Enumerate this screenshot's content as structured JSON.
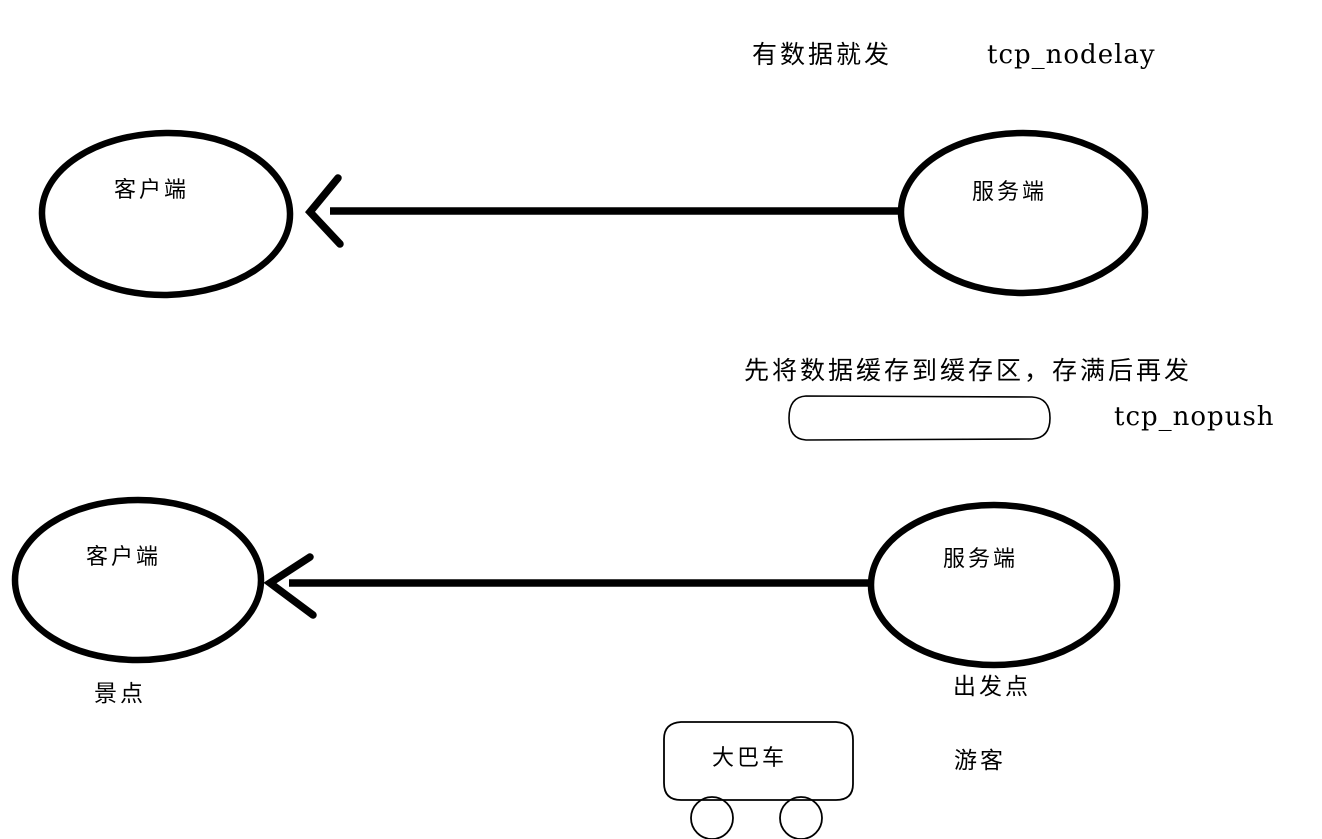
{
  "diagram": {
    "title": "TCP nodelay vs nopush analogy diagram",
    "background_color": "#ffffff",
    "stroke_color": "#000000",
    "annotations": {
      "top_behavior": "有数据就发",
      "top_option": "tcp_nodelay",
      "middle_behavior": "先将数据缓存到缓存区，存满后再发",
      "middle_option": "tcp_nopush"
    },
    "top_row": {
      "left_node_label": "客户端",
      "right_node_label": "服务端",
      "arrow_direction": "right-to-left"
    },
    "buffer": {
      "label": ""
    },
    "bottom_row": {
      "left_node_label": "客户端",
      "right_node_label": "服务端",
      "arrow_direction": "right-to-left",
      "left_caption": "景点",
      "right_caption": "出发点"
    },
    "bus": {
      "body_label": "大巴车",
      "side_caption": "游客",
      "wheel_count": 2
    },
    "icons": {
      "arrow": "arrow-left-icon",
      "ellipse": "ellipse-node-icon",
      "buffer": "rounded-rect-buffer-icon",
      "bus": "bus-icon",
      "wheel": "wheel-icon"
    }
  }
}
